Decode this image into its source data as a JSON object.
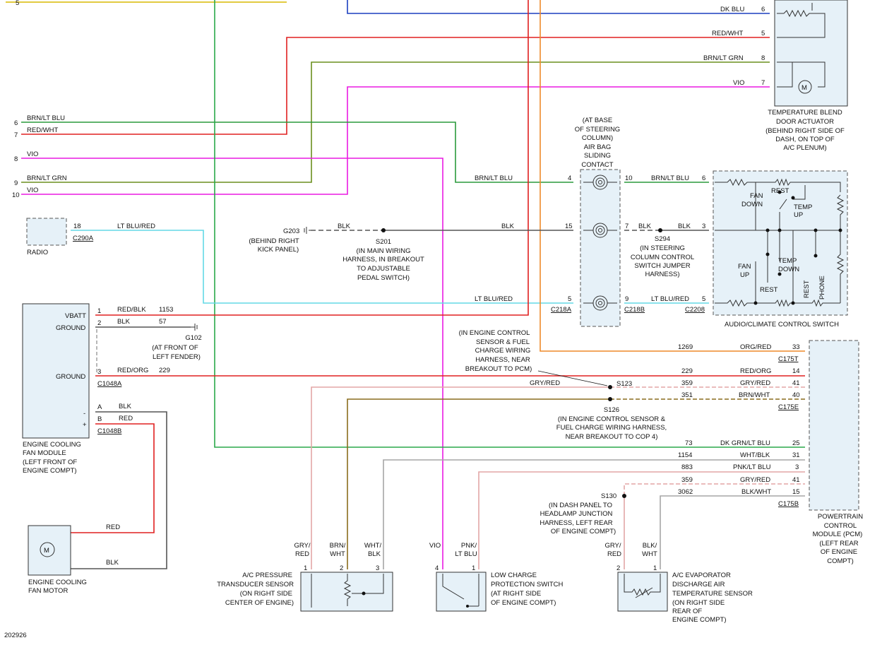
{
  "figure_id": "202926",
  "colors": {
    "blu_dk": "#1c3fbf",
    "red": "#e02020",
    "brn_grn": "#6a8f1e",
    "vio": "#ea1ae2",
    "brn_ltblu": "#2a9a3c",
    "green": "#2aa84a",
    "ltblu": "#63d9e6",
    "orange": "#ee8a2a",
    "blk": "#555555",
    "gry_red": "#e3a6a6",
    "brn_wht": "#8a6d1e",
    "wht_blk": "#a6a6a6",
    "yellow": "#d9b800"
  },
  "edge": {
    "pin_top": "5",
    "pins_left": [
      "6",
      "7",
      "8",
      "9",
      "10"
    ]
  },
  "components": {
    "radio": {
      "label": "RADIO",
      "pin": "18",
      "connector": "C290A"
    },
    "fan_module": {
      "pins": {
        "vbatt": "VBATT",
        "ground1": "GROUND",
        "ground2": "GROUND",
        "minus": "-",
        "plus": "+"
      },
      "lines": [
        "ENGINE COOLING",
        "FAN MODULE",
        "(LEFT FRONT OF",
        "ENGINE COMPT)"
      ],
      "connectors": [
        "C1048A",
        "C1048B"
      ]
    },
    "fan_motor": {
      "symbol": "M",
      "lines": [
        "ENGINE COOLING",
        "FAN MOTOR"
      ]
    },
    "g203": {
      "name": "G203",
      "lines": [
        "(BEHIND RIGHT",
        "KICK PANEL)"
      ]
    },
    "g102": {
      "name": "G102",
      "lines": [
        "(AT FRONT OF",
        "LEFT FENDER)"
      ]
    },
    "s201": {
      "name": "S201",
      "lines": [
        "(IN MAIN WIRING",
        "HARNESS, IN BREAKOUT",
        "TO ADJUSTABLE",
        "PEDAL SWITCH)"
      ]
    },
    "s294": {
      "name": "S294",
      "lines": [
        "(IN STEERING",
        "COLUMN CONTROL",
        "SWITCH JUMPER",
        "HARNESS)"
      ]
    },
    "clockspring": {
      "lines": [
        "(AT BASE",
        "OF STEERING",
        "COLUMN)",
        "AIR BAG",
        "SLIDING",
        "CONTACT"
      ],
      "connectors": [
        "C218A",
        "C218B"
      ]
    },
    "audio_switch": {
      "label": "AUDIO/CLIMATE CONTROL SWITCH",
      "connector": "C2208",
      "sw_labels": {
        "fan_down": [
          "FAN",
          "DOWN"
        ],
        "rest": "REST",
        "temp_up": [
          "TEMP",
          "UP"
        ],
        "fan_up": [
          "FAN",
          "UP"
        ],
        "temp_down": [
          "TEMP",
          "DOWN"
        ],
        "rest2": "REST",
        "rest3": "REST",
        "phone": "PHONE"
      }
    },
    "blend_actuator": {
      "symbol": "M",
      "lines": [
        "TEMPERATURE BLEND",
        "DOOR ACTUATOR",
        "(BEHIND RIGHT SIDE OF",
        "DASH, ON TOP OF",
        "A/C PLENUM)"
      ]
    },
    "pcm": {
      "lines": [
        "POWERTRAIN",
        "CONTROL",
        "MODULE (PCM)",
        "(LEFT REAR",
        "OF ENGINE",
        "COMPT)"
      ],
      "connectors": [
        "C175T",
        "C175E",
        "C175B"
      ]
    },
    "s123": {
      "name": "S123",
      "lines": [
        "(IN ENGINE CONTROL",
        "SENSOR & FUEL",
        "CHARGE WIRING",
        "HARNESS, NEAR",
        "BREAKOUT TO PCM)"
      ]
    },
    "s126": {
      "name": "S126",
      "lines": [
        "(IN ENGINE CONTROL SENSOR &",
        "FUEL CHARGE WIRING HARNESS,",
        "NEAR BREAKOUT TO COP 4)"
      ]
    },
    "s130": {
      "name": "S130",
      "lines": [
        "(IN DASH PANEL TO",
        "HEADLAMP JUNCTION",
        "HARNESS, LEFT REAR",
        "OF ENGINE COMPT)"
      ]
    },
    "ac_pressure": {
      "lines": [
        "A/C PRESSURE",
        "TRANSDUCER SENSOR",
        "(ON RIGHT SIDE",
        "CENTER OF ENGINE)"
      ],
      "wires": [
        [
          "GRY/",
          "RED"
        ],
        [
          "BRN/",
          "WHT"
        ],
        [
          "WHT/",
          "BLK"
        ]
      ],
      "pins": [
        "1",
        "2",
        "3"
      ]
    },
    "low_charge": {
      "lines": [
        "LOW CHARGE",
        "PROTECTION SWITCH",
        "(AT RIGHT SIDE",
        "OF ENGINE COMPT)"
      ],
      "wires": [
        [
          "VIO"
        ],
        [
          "PNK/",
          "LT BLU"
        ]
      ],
      "pins": [
        "4",
        "1"
      ]
    },
    "evap_sensor": {
      "lines": [
        "A/C EVAPORATOR",
        "DISCHARGE AIR",
        "TEMPERATURE SENSOR",
        "(ON RIGHT SIDE",
        "REAR OF",
        "ENGINE COMPT)"
      ],
      "wires": [
        [
          "GRY/",
          "RED"
        ],
        [
          "BLK/",
          "WHT"
        ]
      ],
      "pins": [
        "2",
        "1"
      ]
    }
  },
  "labels": {
    "dk_blu": "DK BLU",
    "red_wht": "RED/WHT",
    "brn_ltgrn": "BRN/LT GRN",
    "vio": "VIO",
    "brn_ltblu": "BRN/LT BLU",
    "ltblu_red": "LT BLU/RED",
    "blk": "BLK",
    "red_blk": "RED/BLK",
    "red_org": "RED/ORG",
    "red": "RED",
    "org_red": "ORG/RED",
    "gry_red": "GRY/RED",
    "brn_wht": "BRN/WHT",
    "dkgrn_ltblu": "DK GRN/LT BLU",
    "wht_blk": "WHT/BLK",
    "pnk_ltblu": "PNK/LT BLU",
    "blk_wht": "BLK/WHT"
  },
  "circuits": {
    "c1153": "1153",
    "c57": "57",
    "c229": "229",
    "c1269": "1269",
    "c359": "359",
    "c351": "351",
    "c73": "73",
    "c1154": "1154",
    "c883": "883",
    "c3062": "3062"
  },
  "pins": {
    "blend": [
      "6",
      "5",
      "8",
      "7"
    ],
    "clock_left": [
      "4",
      "15",
      "5"
    ],
    "clock_right": [
      "10",
      "7",
      "9"
    ],
    "switch": [
      "6",
      "3",
      "5"
    ],
    "pcm": [
      "33",
      "14",
      "41",
      "40",
      "25",
      "31",
      "3",
      "41",
      "15"
    ],
    "fan": [
      "1",
      "2",
      "3",
      "A",
      "B"
    ]
  }
}
